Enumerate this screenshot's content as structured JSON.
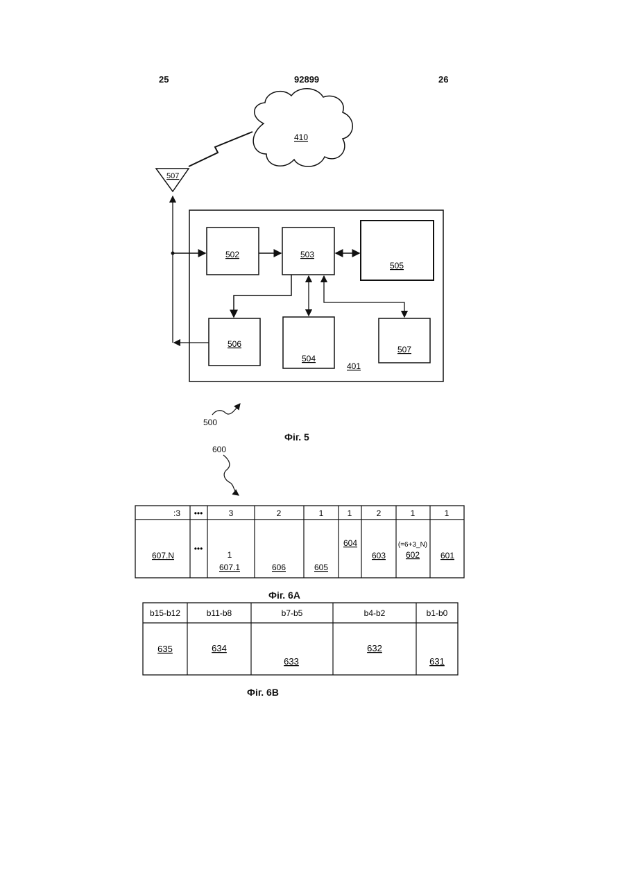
{
  "header": {
    "left_page": "25",
    "patent_number": "92899",
    "right_page": "26"
  },
  "fig5": {
    "caption": "Фіг. 5",
    "ref_label": "500",
    "network": "410",
    "antenna": "507",
    "device": "401",
    "blocks": {
      "b502": "502",
      "b503": "503",
      "b505": "505",
      "b506": "506",
      "b504": "504",
      "b507": "507"
    }
  },
  "fig6a": {
    "caption": "Фіг. 6А",
    "ref_label": "600",
    "widths": [
      ":3",
      "•••",
      "3",
      "2",
      "1",
      "1",
      "2",
      "1",
      "1"
    ],
    "fields": [
      {
        "label": "607.N"
      },
      {
        "label": "•••"
      },
      {
        "top": "1",
        "label": "607.1"
      },
      {
        "label": "606"
      },
      {
        "label": "605"
      },
      {
        "label": "604"
      },
      {
        "label": "603"
      },
      {
        "top": "(=6+3_N)",
        "label": "602"
      },
      {
        "label": "601"
      }
    ]
  },
  "fig6b": {
    "caption": "Фіг. 6В",
    "bits": [
      "b15-b12",
      "b11-b8",
      "b7-b5",
      "b4-b2",
      "b1-b0"
    ],
    "fields": [
      "635",
      "634",
      "633",
      "632",
      "631"
    ]
  }
}
